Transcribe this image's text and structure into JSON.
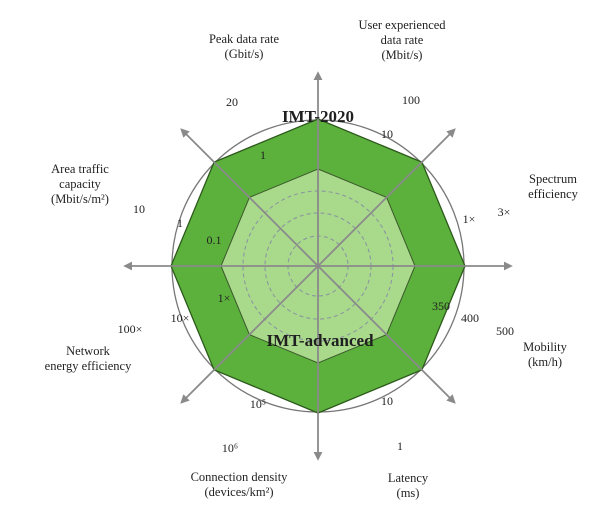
{
  "chart_data": {
    "type": "radar",
    "series": [
      {
        "name": "IMT-2020",
        "color": "#5cb03c"
      },
      {
        "name": "IMT-advanced",
        "color": "#a9d98a"
      }
    ],
    "axes": [
      {
        "label_lines": [
          "Peak data rate",
          "(Gbit/s)"
        ],
        "imt2020": "20",
        "imt_advanced": "1"
      },
      {
        "label_lines": [
          "User experienced",
          "data rate",
          "(Mbit/s)"
        ],
        "imt2020": "100",
        "imt_advanced": "10"
      },
      {
        "label_lines": [
          "Spectrum",
          "efficiency"
        ],
        "imt2020": "3×",
        "imt_advanced": "1×"
      },
      {
        "label_lines": [
          "Mobility",
          "(km/h)"
        ],
        "imt2020": "500",
        "imt2020_inner": "400",
        "imt_advanced": "350"
      },
      {
        "label_lines": [
          "Latency",
          "(ms)"
        ],
        "imt2020": "1",
        "imt_advanced": "10"
      },
      {
        "label_lines": [
          "Connection density",
          "(devices/km²)"
        ],
        "imt2020": "10⁶",
        "imt_advanced": "10⁵"
      },
      {
        "label_lines": [
          "Network",
          "energy efficiency"
        ],
        "imt2020": "100×",
        "imt2020_inner": "10×",
        "imt_advanced": "1×"
      },
      {
        "label_lines": [
          "Area traffic",
          "capacity",
          "(Mbit/s/m²)"
        ],
        "imt2020": "10",
        "imt2020_inner": "1",
        "imt_advanced": "0.1"
      }
    ]
  }
}
